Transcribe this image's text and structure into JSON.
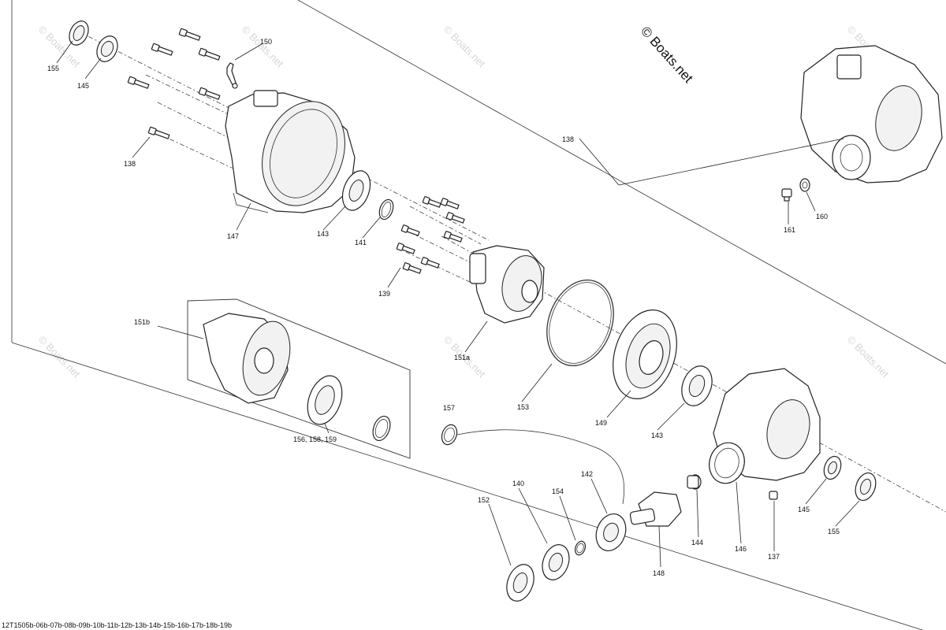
{
  "copyright": "© Boats.net",
  "watermark": "© Boats.net",
  "footer_code": "12T1505b-06b-07b-08b-09b-10b-11b-12b-13b-14b-15b-16b-17b-18b-19b",
  "labels": {
    "l155a": "155",
    "l145a": "145",
    "l150": "150",
    "l138a": "138",
    "l147": "147",
    "l143a": "143",
    "l141": "141",
    "l139": "139",
    "l151a": "151a",
    "l151b": "151b",
    "l153": "153",
    "l149": "149",
    "l143b": "143",
    "l156": "156, 158, 159",
    "l157": "157",
    "l138b": "138",
    "l161": "161",
    "l160": "160",
    "l152": "152",
    "l140": "140",
    "l154": "154",
    "l142": "142",
    "l148": "148",
    "l144": "144",
    "l146": "146",
    "l137": "137",
    "l145b": "145",
    "l155b": "155"
  }
}
